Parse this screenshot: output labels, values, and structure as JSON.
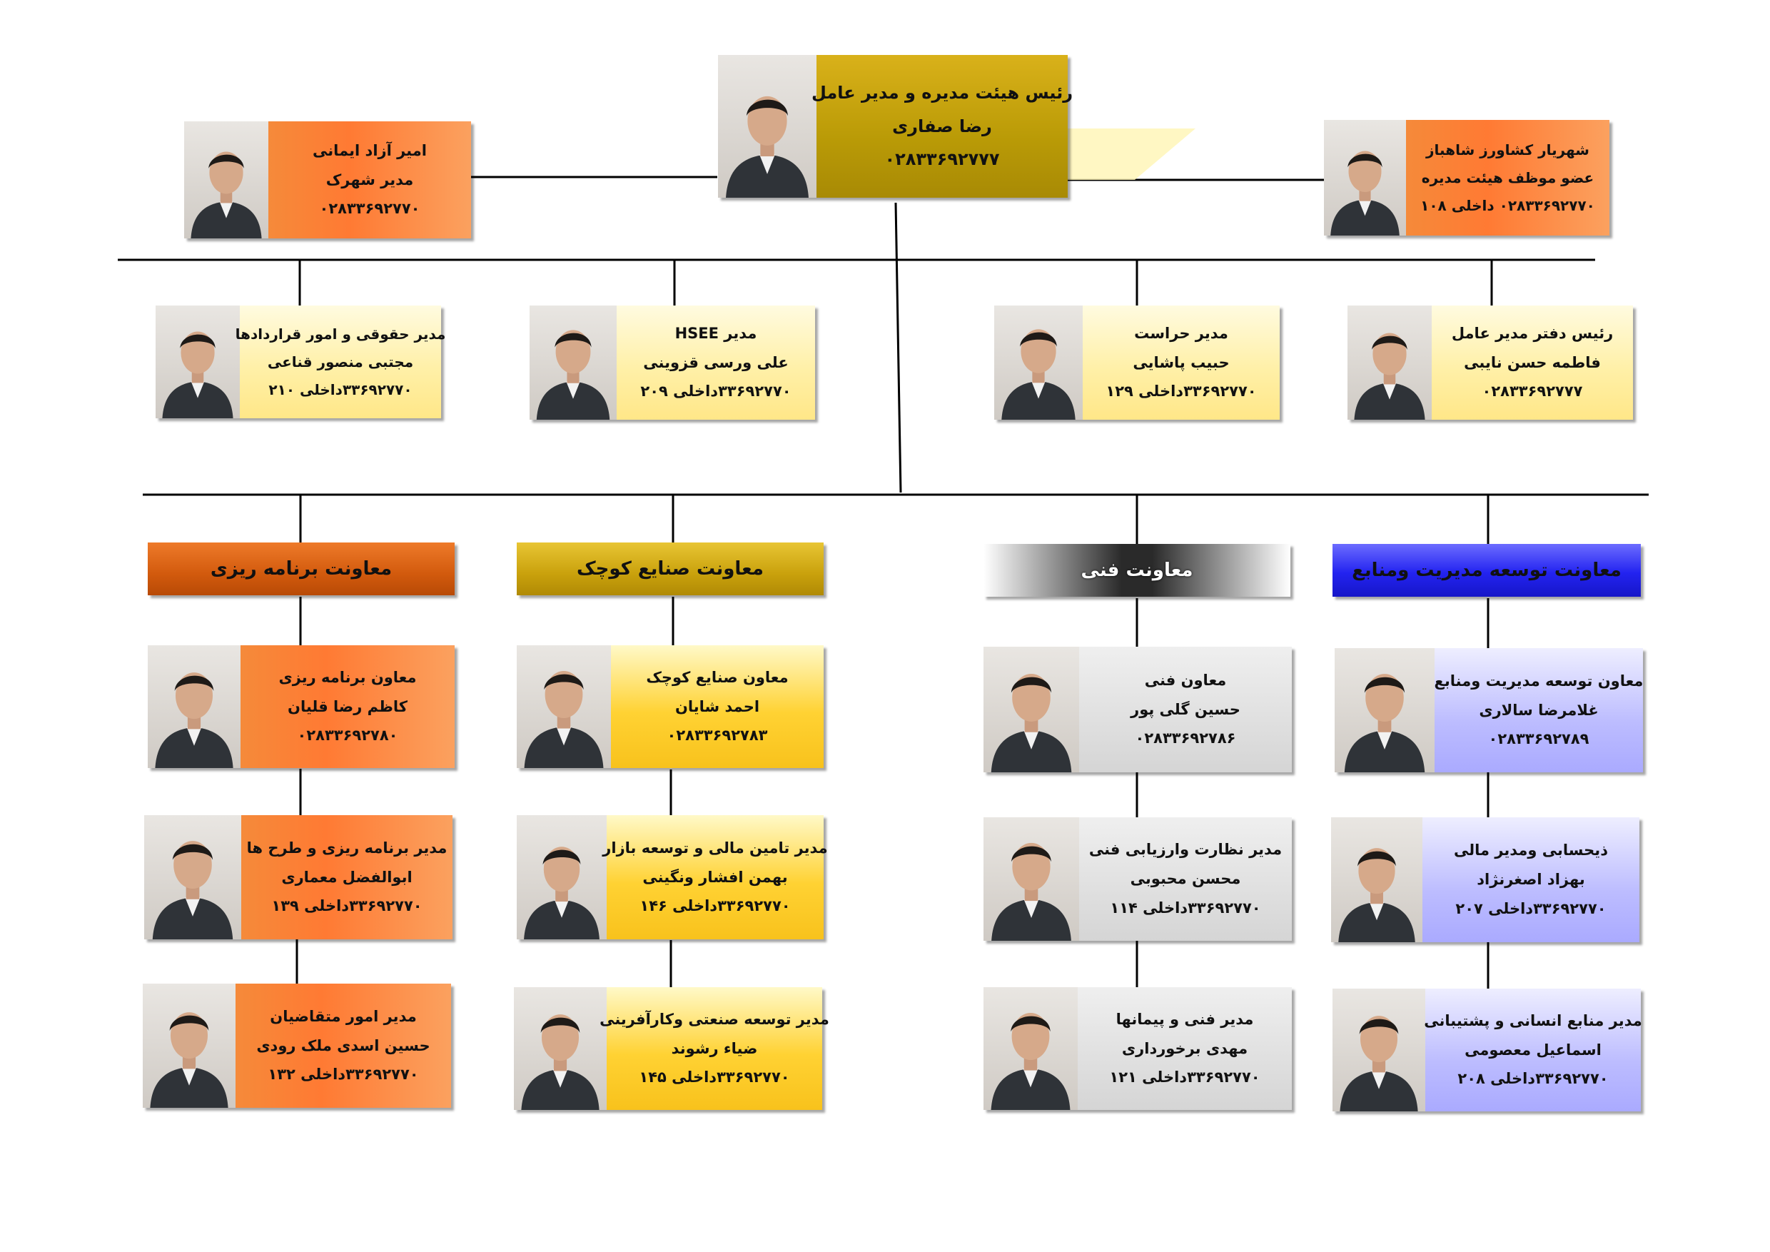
{
  "ceo": {
    "title": "رئیس هیئت مدیره و مدیر عامل",
    "name": "رضا صفاری",
    "phone": "۰۲۸۳۳۶۹۲۷۷۷"
  },
  "town_manager": {
    "name": "امیر آزاد ایمانی",
    "title": "مدیر شهرک",
    "phone": "۰۲۸۳۳۶۹۲۷۷۰"
  },
  "board_member": {
    "name": "شهریار کشاورز شاهباز",
    "title": "عضو موظف هیئت مدیره",
    "phone": "۰۲۸۳۳۶۹۲۷۷۰ داخلی ۱۰۸"
  },
  "staff": {
    "legal": {
      "title": "مدیر حقوقی و امور قراردادها",
      "name": "مجتبی منصور قناعی",
      "phone": "۳۳۶۹۲۷۷۰داخلی ۲۱۰"
    },
    "hse": {
      "title": "مدیر HSEE",
      "name": "علی ورسی قزوینی",
      "phone": "۳۳۶۹۲۷۷۰داخلی ۲۰۹"
    },
    "security": {
      "title": "مدیر حراست",
      "name": "حبیب پاشایی",
      "phone": "۳۳۶۹۲۷۷۰داخلی ۱۲۹"
    },
    "office": {
      "title": "رئیس دفتر مدیر عامل",
      "name": "فاطمه حسن نایبی",
      "phone": "۰۲۸۳۳۶۹۲۷۷۷"
    }
  },
  "departments": {
    "planning": {
      "header": "معاونت برنامه ریزی",
      "members": [
        {
          "title": "معاون برنامه ریزی",
          "name": "کاظم رضا قلیان",
          "phone": "۰۲۸۳۳۶۹۲۷۸۰"
        },
        {
          "title": "مدیر برنامه ریزی و طرح ها",
          "name": "ابوالفضل معماری",
          "phone": "۳۳۶۹۲۷۷۰داخلی ۱۳۹"
        },
        {
          "title": "مدیر امور متقاضیان",
          "name": "حسین اسدی ملک رودی",
          "phone": "۳۳۶۹۲۷۷۰داخلی ۱۳۲"
        }
      ]
    },
    "small_industries": {
      "header": "معاونت صنایع کوچک",
      "members": [
        {
          "title": "معاون صنایع کوچک",
          "name": "احمد شایان",
          "phone": "۰۲۸۳۳۶۹۲۷۸۳"
        },
        {
          "title": "مدیر تامین مالی و توسعه بازار",
          "name": "بهمن افشار ونگینی",
          "phone": "۳۳۶۹۲۷۷۰داخلی ۱۴۶"
        },
        {
          "title": "مدیر توسعه صنعتی وکارآفرینی",
          "name": "ضیاء رشوند",
          "phone": "۳۳۶۹۲۷۷۰داخلی ۱۴۵"
        }
      ]
    },
    "technical": {
      "header": "معاونت فنی",
      "members": [
        {
          "title": "معاون فنی",
          "name": "حسین گلی پور",
          "phone": "۰۲۸۳۳۶۹۲۷۸۶"
        },
        {
          "title": "مدیر نظارت وارزیابی فنی",
          "name": "محسن محبوبی",
          "phone": "۳۳۶۹۲۷۷۰داخلی ۱۱۴"
        },
        {
          "title": "مدیر فنی و پیمانها",
          "name": "مهدی برخورداری",
          "phone": "۳۳۶۹۲۷۷۰داخلی ۱۲۱"
        }
      ]
    },
    "development": {
      "header": "معاونت توسعه مدیریت ومنابع",
      "members": [
        {
          "title": "معاون توسعه مدیریت ومنابع",
          "name": "غلامرضا سالاری",
          "phone": "۰۲۸۳۳۶۹۲۷۸۹"
        },
        {
          "title": "ذیحسابی ومدیر مالی",
          "name": "بهزاد اصغرنژاد",
          "phone": "۳۳۶۹۲۷۷۰داخلی ۲۰۷"
        },
        {
          "title": "مدیر منابع انسانی و پشتیبانی",
          "name": "اسماعیل معصومی",
          "phone": "۳۳۶۹۲۷۷۰داخلی ۲۰۸"
        }
      ]
    }
  }
}
